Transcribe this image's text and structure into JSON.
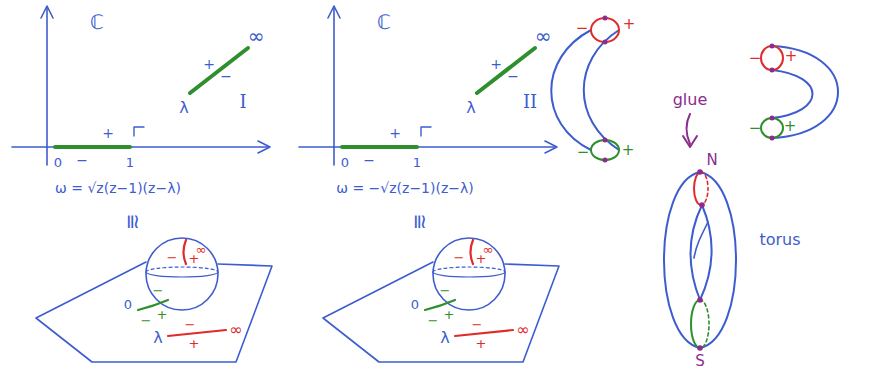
{
  "diagram": {
    "labels": [
      "ℂ",
      "∞",
      "+",
      "−",
      "λ",
      "I",
      "+",
      "0",
      "−",
      "1",
      "ω = √z(z−1)(z−λ)",
      "≅",
      "∞",
      "−",
      "+",
      "−",
      "0",
      "+",
      "−",
      "λ",
      "−",
      "+",
      "∞",
      "ℂ",
      "∞",
      "+",
      "−",
      "λ",
      "II",
      "+",
      "0",
      "−",
      "1",
      "ω = −√z(z−1)(z−λ)",
      "≅",
      "∞",
      "−",
      "+",
      "−",
      "0",
      "+",
      "−",
      "λ",
      "−",
      "+",
      "∞",
      "−",
      "+",
      "−",
      "+",
      "−",
      "+",
      "−",
      "+",
      "glue",
      "N",
      "S",
      "torus"
    ]
  }
}
